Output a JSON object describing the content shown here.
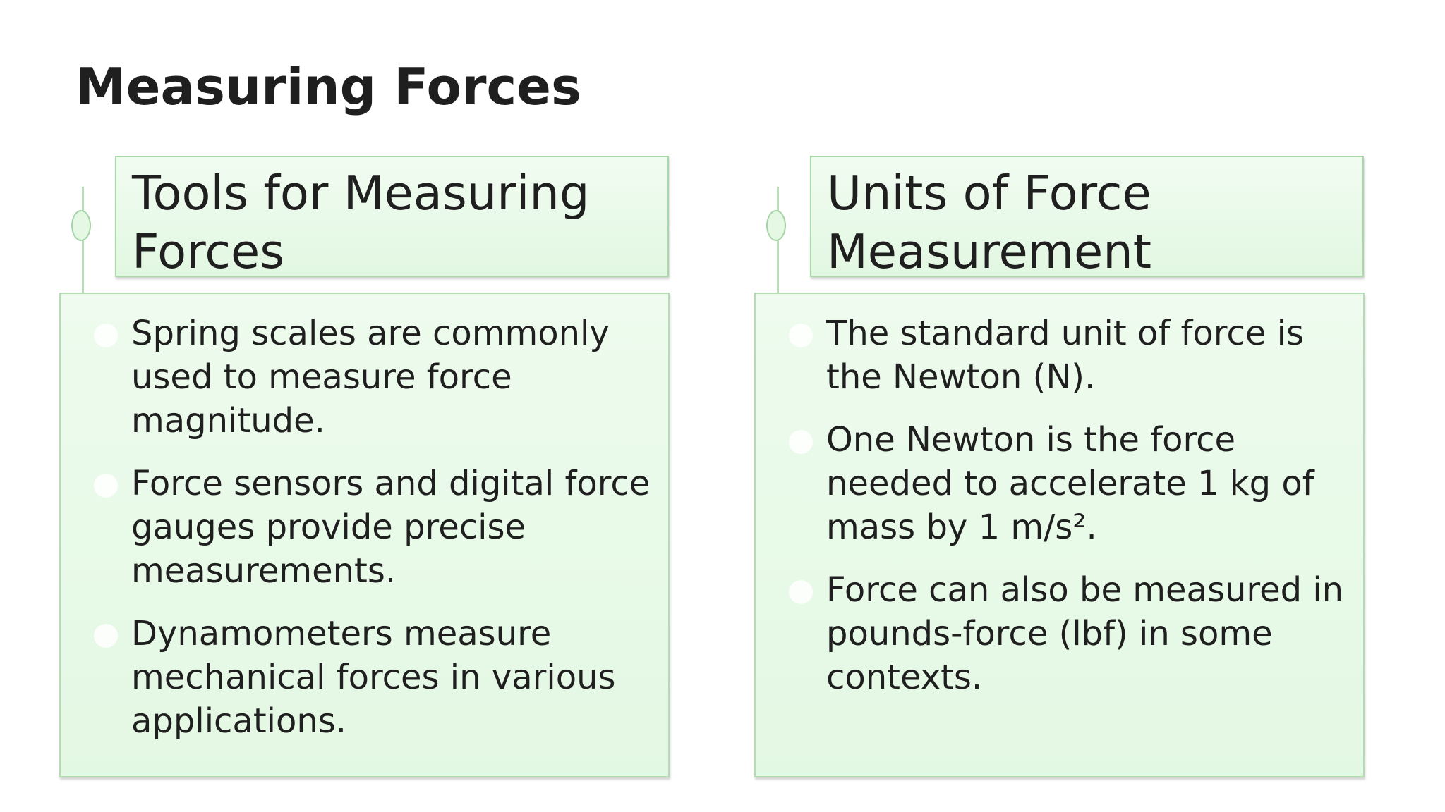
{
  "slide": {
    "title": "Measuring Forces"
  },
  "panels": [
    {
      "heading": "Tools for Measuring Forces",
      "bullets": [
        "Spring scales are commonly used to measure force magnitude.",
        "Force sensors and digital force gauges provide precise measurements.",
        "Dynamometers measure mechanical forces in various applications."
      ]
    },
    {
      "heading": "Units of Force Measurement",
      "bullets": [
        "The standard unit of force is the Newton (N).",
        "One Newton is the force needed to accelerate 1 kg of mass by 1 m/s².",
        "Force can also be measured in pounds-force (lbf) in some contexts."
      ]
    }
  ],
  "colors": {
    "panel_fill": "#e3f8e3",
    "panel_border": "#a9d8a9",
    "timeline": "#b9ddb9"
  }
}
